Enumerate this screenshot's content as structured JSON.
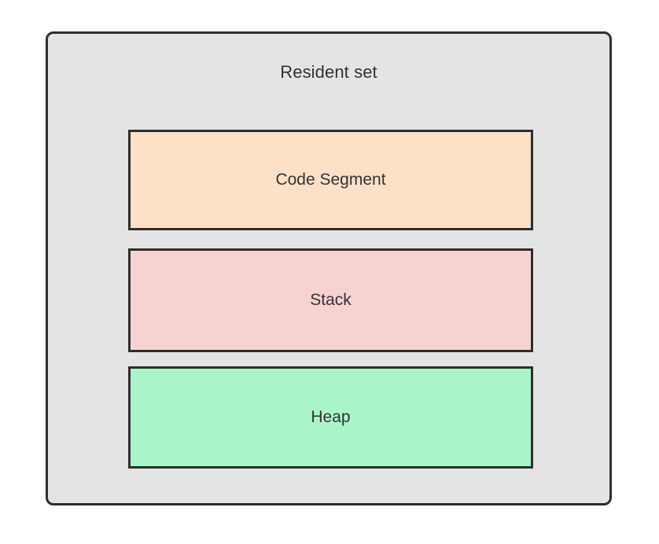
{
  "diagram": {
    "type": "nested-block-diagram",
    "page_background": "#ffffff",
    "container": {
      "label": "Resident set",
      "fill": "#e4e4e4",
      "border_color": "#2e2e2e",
      "text_color": "#333333"
    },
    "segments": [
      {
        "id": "code-segment",
        "label": "Code Segment",
        "fill": "#fce0c8",
        "border_color": "#2e2e2e",
        "text_color": "#333333"
      },
      {
        "id": "stack",
        "label": "Stack",
        "fill": "#f8d2d0",
        "border_color": "#2e2e2e",
        "text_color": "#333333"
      },
      {
        "id": "heap",
        "label": "Heap",
        "fill": "#aaf4cb",
        "border_color": "#2e2e2e",
        "text_color": "#333333"
      }
    ]
  }
}
